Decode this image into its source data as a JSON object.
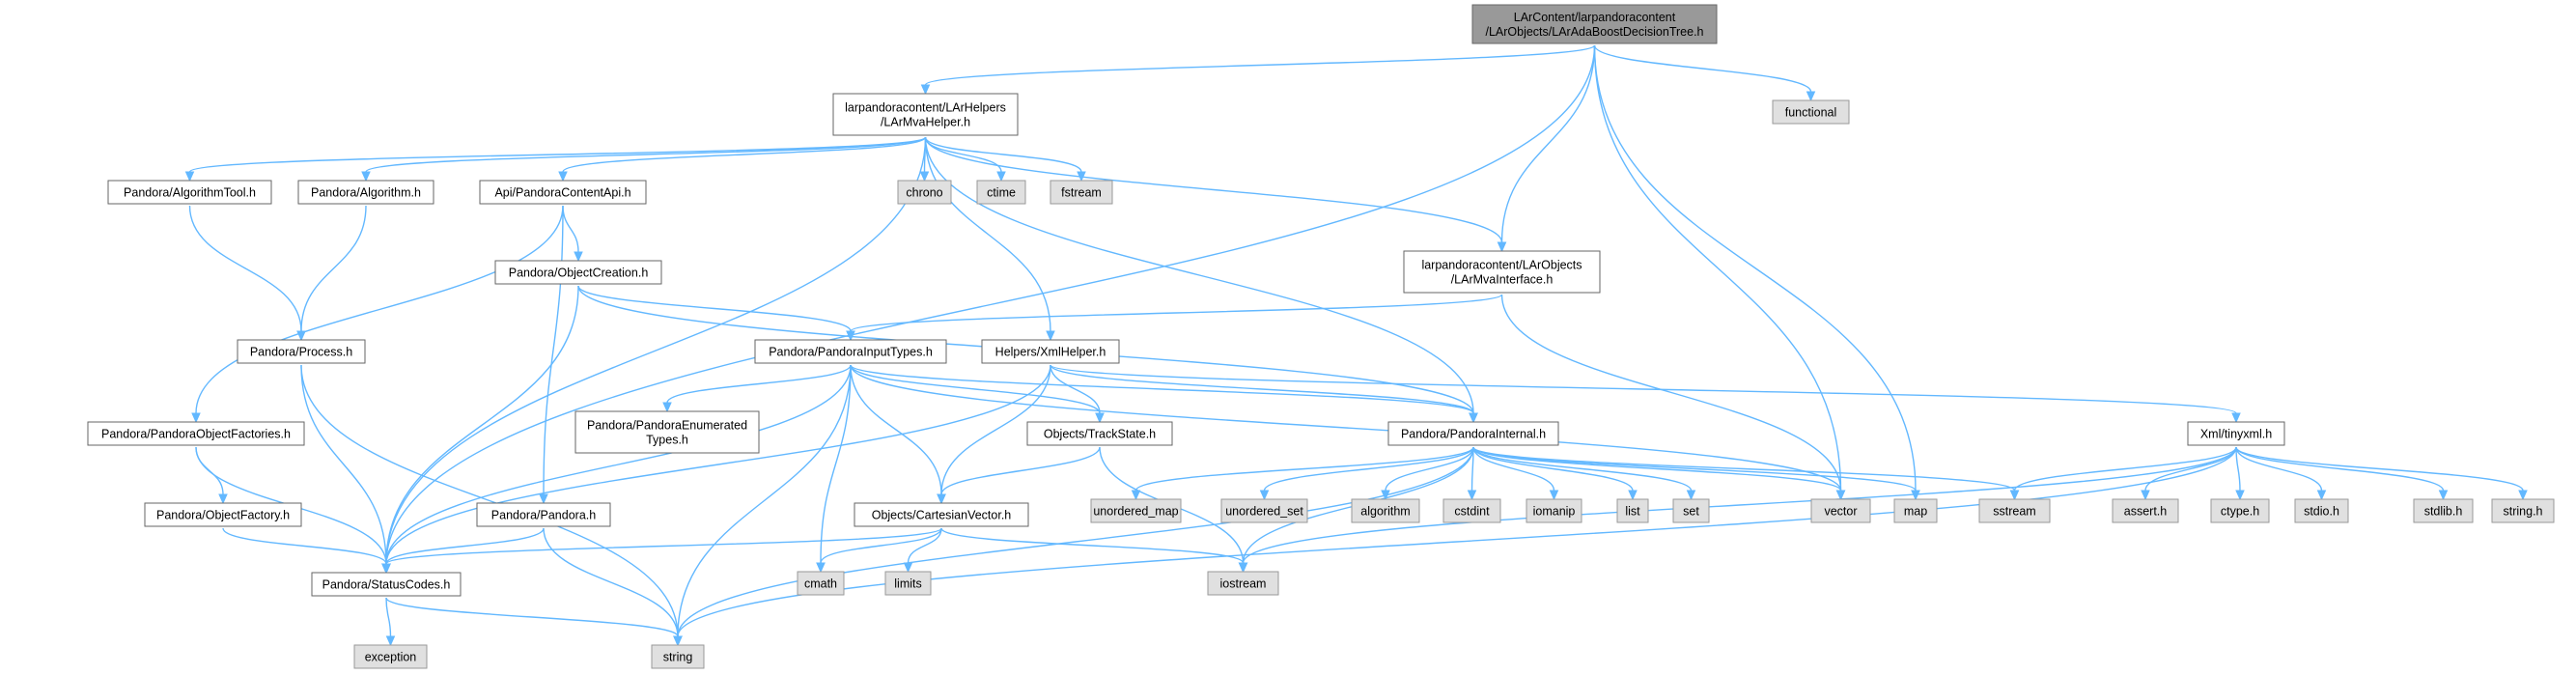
{
  "graph": {
    "nodes": [
      {
        "id": "root",
        "kind": "main",
        "lines": [
          "LArContent/larpandoracontent",
          "/LArObjects/LArAdaBoostDecisionTree.h"
        ]
      },
      {
        "id": "mvahelper",
        "kind": "hdr",
        "lines": [
          "larpandoracontent/LArHelpers",
          "/LArMvaHelper.h"
        ]
      },
      {
        "id": "functional",
        "kind": "sys",
        "lines": [
          "functional"
        ]
      },
      {
        "id": "chrono",
        "kind": "sys",
        "lines": [
          "chrono"
        ]
      },
      {
        "id": "ctime",
        "kind": "sys",
        "lines": [
          "ctime"
        ]
      },
      {
        "id": "fstream",
        "kind": "sys",
        "lines": [
          "fstream"
        ]
      },
      {
        "id": "algtool",
        "kind": "hdr",
        "lines": [
          "Pandora/AlgorithmTool.h"
        ]
      },
      {
        "id": "alg",
        "kind": "hdr",
        "lines": [
          "Pandora/Algorithm.h"
        ]
      },
      {
        "id": "contentapi",
        "kind": "hdr",
        "lines": [
          "Api/PandoraContentApi.h"
        ]
      },
      {
        "id": "mvaiface",
        "kind": "hdr",
        "lines": [
          "larpandoracontent/LArObjects",
          "/LArMvaInterface.h"
        ]
      },
      {
        "id": "objcreation",
        "kind": "hdr",
        "lines": [
          "Pandora/ObjectCreation.h"
        ]
      },
      {
        "id": "process",
        "kind": "hdr",
        "lines": [
          "Pandora/Process.h"
        ]
      },
      {
        "id": "inputtypes",
        "kind": "hdr",
        "lines": [
          "Pandora/PandoraInputTypes.h"
        ]
      },
      {
        "id": "xmlhelper",
        "kind": "hdr",
        "lines": [
          "Helpers/XmlHelper.h"
        ]
      },
      {
        "id": "enumtypes",
        "kind": "hdr",
        "lines": [
          "Pandora/PandoraEnumerated",
          "Types.h"
        ]
      },
      {
        "id": "objfactories",
        "kind": "hdr",
        "lines": [
          "Pandora/PandoraObjectFactories.h"
        ]
      },
      {
        "id": "trackstate",
        "kind": "hdr",
        "lines": [
          "Objects/TrackState.h"
        ]
      },
      {
        "id": "internal",
        "kind": "hdr",
        "lines": [
          "Pandora/PandoraInternal.h"
        ]
      },
      {
        "id": "tinyxml",
        "kind": "hdr",
        "lines": [
          "Xml/tinyxml.h"
        ]
      },
      {
        "id": "objfactory",
        "kind": "hdr",
        "lines": [
          "Pandora/ObjectFactory.h"
        ]
      },
      {
        "id": "pandora",
        "kind": "hdr",
        "lines": [
          "Pandora/Pandora.h"
        ]
      },
      {
        "id": "cartvec",
        "kind": "hdr",
        "lines": [
          "Objects/CartesianVector.h"
        ]
      },
      {
        "id": "unordered_map",
        "kind": "sys",
        "lines": [
          "unordered_map"
        ]
      },
      {
        "id": "unordered_set",
        "kind": "sys",
        "lines": [
          "unordered_set"
        ]
      },
      {
        "id": "algorithm",
        "kind": "sys",
        "lines": [
          "algorithm"
        ]
      },
      {
        "id": "cstdint",
        "kind": "sys",
        "lines": [
          "cstdint"
        ]
      },
      {
        "id": "iomanip",
        "kind": "sys",
        "lines": [
          "iomanip"
        ]
      },
      {
        "id": "list",
        "kind": "sys",
        "lines": [
          "list"
        ]
      },
      {
        "id": "set",
        "kind": "sys",
        "lines": [
          "set"
        ]
      },
      {
        "id": "vector",
        "kind": "sys",
        "lines": [
          "vector"
        ]
      },
      {
        "id": "map",
        "kind": "sys",
        "lines": [
          "map"
        ]
      },
      {
        "id": "sstream",
        "kind": "sys",
        "lines": [
          "sstream"
        ]
      },
      {
        "id": "asserth",
        "kind": "sys",
        "lines": [
          "assert.h"
        ]
      },
      {
        "id": "ctypeh",
        "kind": "sys",
        "lines": [
          "ctype.h"
        ]
      },
      {
        "id": "stdioh",
        "kind": "sys",
        "lines": [
          "stdio.h"
        ]
      },
      {
        "id": "stdlibh",
        "kind": "sys",
        "lines": [
          "stdlib.h"
        ]
      },
      {
        "id": "stringh",
        "kind": "sys",
        "lines": [
          "string.h"
        ]
      },
      {
        "id": "statuscodes",
        "kind": "hdr",
        "lines": [
          "Pandora/StatusCodes.h"
        ]
      },
      {
        "id": "cmath",
        "kind": "sys",
        "lines": [
          "cmath"
        ]
      },
      {
        "id": "limits",
        "kind": "sys",
        "lines": [
          "limits"
        ]
      },
      {
        "id": "iostream",
        "kind": "sys",
        "lines": [
          "iostream"
        ]
      },
      {
        "id": "exception",
        "kind": "sys",
        "lines": [
          "exception"
        ]
      },
      {
        "id": "string",
        "kind": "sys",
        "lines": [
          "string"
        ]
      }
    ],
    "edges": [
      [
        "root",
        "mvahelper"
      ],
      [
        "root",
        "functional"
      ],
      [
        "root",
        "mvaiface"
      ],
      [
        "root",
        "vector"
      ],
      [
        "root",
        "map"
      ],
      [
        "root",
        "statuscodes"
      ],
      [
        "mvahelper",
        "chrono"
      ],
      [
        "mvahelper",
        "ctime"
      ],
      [
        "mvahelper",
        "fstream"
      ],
      [
        "mvahelper",
        "algtool"
      ],
      [
        "mvahelper",
        "alg"
      ],
      [
        "mvahelper",
        "contentapi"
      ],
      [
        "mvahelper",
        "mvaiface"
      ],
      [
        "mvahelper",
        "xmlhelper"
      ],
      [
        "mvahelper",
        "internal"
      ],
      [
        "mvahelper",
        "statuscodes"
      ],
      [
        "algtool",
        "process"
      ],
      [
        "alg",
        "process"
      ],
      [
        "contentapi",
        "objcreation"
      ],
      [
        "contentapi",
        "objfactories"
      ],
      [
        "contentapi",
        "pandora"
      ],
      [
        "objcreation",
        "inputtypes"
      ],
      [
        "objcreation",
        "internal"
      ],
      [
        "objcreation",
        "statuscodes"
      ],
      [
        "mvaiface",
        "inputtypes"
      ],
      [
        "mvaiface",
        "vector"
      ],
      [
        "process",
        "statuscodes"
      ],
      [
        "process",
        "string"
      ],
      [
        "inputtypes",
        "enumtypes"
      ],
      [
        "inputtypes",
        "trackstate"
      ],
      [
        "inputtypes",
        "cartvec"
      ],
      [
        "inputtypes",
        "internal"
      ],
      [
        "inputtypes",
        "cmath"
      ],
      [
        "inputtypes",
        "string"
      ],
      [
        "inputtypes",
        "statuscodes"
      ],
      [
        "inputtypes",
        "vector"
      ],
      [
        "xmlhelper",
        "trackstate"
      ],
      [
        "xmlhelper",
        "cartvec"
      ],
      [
        "xmlhelper",
        "internal"
      ],
      [
        "xmlhelper",
        "tinyxml"
      ],
      [
        "xmlhelper",
        "statuscodes"
      ],
      [
        "objfactories",
        "objfactory"
      ],
      [
        "objfactories",
        "statuscodes"
      ],
      [
        "objfactory",
        "statuscodes"
      ],
      [
        "pandora",
        "statuscodes"
      ],
      [
        "pandora",
        "string"
      ],
      [
        "trackstate",
        "cartvec"
      ],
      [
        "trackstate",
        "iostream"
      ],
      [
        "cartvec",
        "statuscodes"
      ],
      [
        "cartvec",
        "cmath"
      ],
      [
        "cartvec",
        "limits"
      ],
      [
        "cartvec",
        "iostream"
      ],
      [
        "internal",
        "unordered_map"
      ],
      [
        "internal",
        "unordered_set"
      ],
      [
        "internal",
        "algorithm"
      ],
      [
        "internal",
        "cstdint"
      ],
      [
        "internal",
        "iomanip"
      ],
      [
        "internal",
        "list"
      ],
      [
        "internal",
        "set"
      ],
      [
        "internal",
        "vector"
      ],
      [
        "internal",
        "map"
      ],
      [
        "internal",
        "sstream"
      ],
      [
        "internal",
        "iostream"
      ],
      [
        "internal",
        "string"
      ],
      [
        "tinyxml",
        "sstream"
      ],
      [
        "tinyxml",
        "asserth"
      ],
      [
        "tinyxml",
        "ctypeh"
      ],
      [
        "tinyxml",
        "stdioh"
      ],
      [
        "tinyxml",
        "stdlibh"
      ],
      [
        "tinyxml",
        "stringh"
      ],
      [
        "tinyxml",
        "iostream"
      ],
      [
        "tinyxml",
        "string"
      ],
      [
        "statuscodes",
        "exception"
      ],
      [
        "statuscodes",
        "string"
      ]
    ]
  }
}
